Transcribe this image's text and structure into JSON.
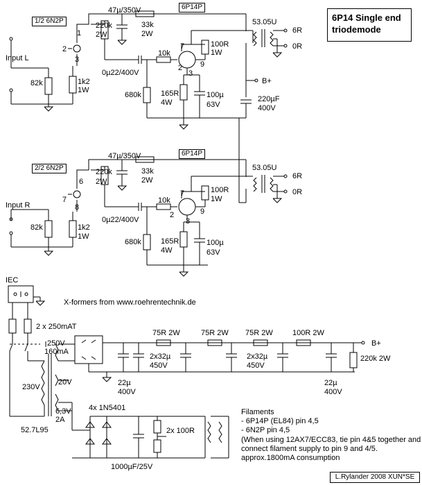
{
  "title_line1": "6P14 Single end",
  "title_line2": "triodemode",
  "footer": "L.Rylander 2008  XUN*SE",
  "xformers_note": "X-formers from www.roehrentechnik.de",
  "channel_l": {
    "tube_box": "1/2 6N2P",
    "output_tube_box": "6P14P",
    "input": "Input L",
    "pin_a": "1",
    "pin_b": "2",
    "pin_c": "3",
    "cap_top": "47µ/350V",
    "r_220k": "220k",
    "r_220k_w": "2W",
    "r_33k": "33k",
    "r_33k_w": "2W",
    "r_82k": "82k",
    "r_1k2": "1k2",
    "r_1k2_w": "1W",
    "cap_coupling": "0µ22/400V",
    "r_10k": "10k",
    "r_680k": "680k",
    "r_165r": "165R",
    "r_165r_w": "4W",
    "cap_100u": "100µ",
    "cap_100u_v": "63V",
    "r_100r": "100R",
    "r_100r_w": "1W",
    "tpin_7": "7",
    "tpin_9": "9",
    "tpin_2": "2",
    "tpin_3": "3",
    "otx": "53.05U",
    "tap_6r": "6R",
    "tap_0r": "0R"
  },
  "channel_r": {
    "tube_box": "2/2 6N2P",
    "output_tube_box": "6P14P",
    "input": "Input R",
    "pin_a": "6",
    "pin_b": "7",
    "pin_c": "8",
    "cap_top": "47µ/350V",
    "r_220k": "220k",
    "r_220k_w": "2W",
    "r_33k": "33k",
    "r_33k_w": "2W",
    "r_82k": "82k",
    "r_1k2": "1k2",
    "r_1k2_w": "1W",
    "cap_coupling": "0µ22/400V",
    "r_10k": "10k",
    "r_680k": "680k",
    "r_165r": "165R",
    "r_165r_w": "4W",
    "cap_100u": "100µ",
    "cap_100u_v": "63V",
    "r_100r": "100R",
    "r_100r_w": "1W",
    "tpin_7": "7",
    "tpin_9": "9",
    "tpin_2": "2",
    "tpin_3": "3",
    "otx": "53.05U",
    "tap_6r": "6R",
    "tap_0r": "0R"
  },
  "bplus_top": "B+",
  "bplus_cap": "220µF",
  "bplus_cap_v": "400V",
  "psu": {
    "iec": "IEC",
    "fuses": "2 x 250mAT",
    "sec_hv": "250V",
    "sec_hv_i": "160mA",
    "primary": "230V",
    "sec_20v": "20V",
    "sec_6v3": "6,3V",
    "sec_6v3_i": "2A",
    "transformer": "52.7L95",
    "r1": "75R 2W",
    "r2": "75R 2W",
    "r3": "75R 2W",
    "r4": "100R 2W",
    "cap_22u_a": "22µ",
    "cap_22u_a_v": "400V",
    "cap_2x32_a": "2x32µ",
    "cap_2x32_a_v": "450V",
    "cap_2x32_b": "2x32µ",
    "cap_2x32_b_v": "450V",
    "cap_22u_b": "22µ",
    "cap_22u_b_v": "400V",
    "r_bleed": "220k 2W",
    "bplus": "B+",
    "diodes": "4x 1N5401",
    "cap_fil": "1000µF/25V",
    "r_fil": "2x 100R"
  },
  "filaments": {
    "heading": "Filaments",
    "line1": " - 6P14P (EL84) pin 4,5",
    "line2": " - 6N2P pin 4,5",
    "line3": "(When using 12AX7/ECC83, tie pin 4&5 together and",
    "line4": "connect filament supply to pin 9 and 4/5.",
    "line5": "approx.1800mA consumption"
  }
}
